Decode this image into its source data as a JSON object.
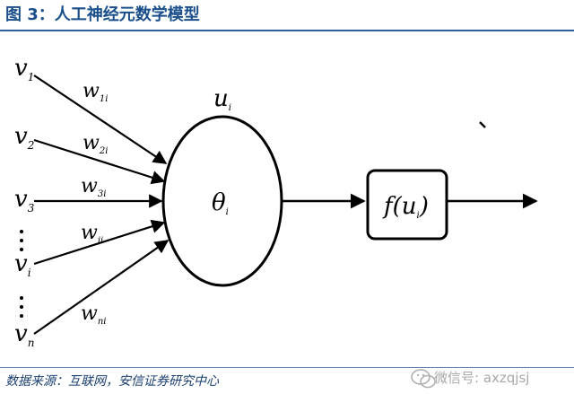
{
  "figure": {
    "title": "图 3：人工神经元数学模型"
  },
  "inputs": [
    {
      "label": "v",
      "sub": "1"
    },
    {
      "label": "v",
      "sub": "2"
    },
    {
      "label": "v",
      "sub": "3"
    },
    {
      "label": "v",
      "sub": "i"
    },
    {
      "label": "v",
      "sub": "n"
    }
  ],
  "weights": [
    {
      "label": "w",
      "sub": "1i"
    },
    {
      "label": "w",
      "sub": "2i"
    },
    {
      "label": "w",
      "sub": "3i"
    },
    {
      "label": "w",
      "sub": "ii"
    },
    {
      "label": "w",
      "sub": "ni"
    }
  ],
  "neuron": {
    "threshold_label": "θ",
    "threshold_sub": "i",
    "output_label": "u",
    "output_sub": "i"
  },
  "activation": {
    "label": "f(u",
    "sub": "i",
    "close": ")"
  },
  "footer": {
    "source": "数据来源：互联网，安信证券研究中心",
    "watermark": "微信号: axzqjsj"
  }
}
